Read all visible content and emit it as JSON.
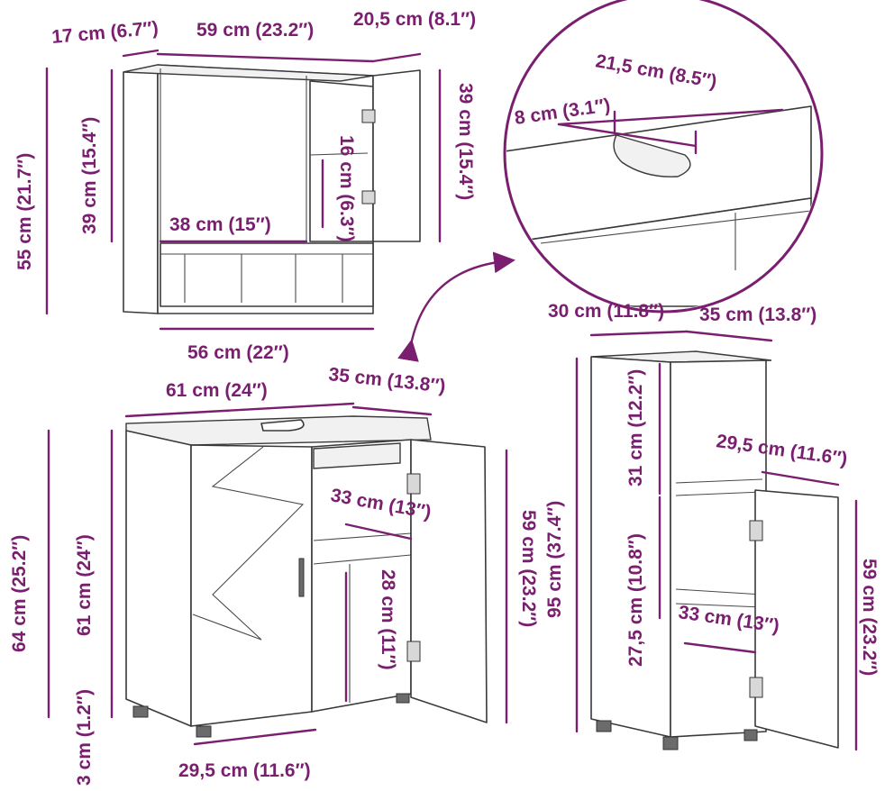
{
  "colors": {
    "dimension": "#7a1f6f",
    "outline": "#3a3a3a",
    "background": "#ffffff"
  },
  "mirror_cabinet": {
    "depth_label": "17 cm (6.7″)",
    "width_label": "59 cm (23.2″)",
    "door_label": "20,5 cm (8.1″)",
    "total_height_label": "55 cm (21.7″)",
    "inner_height_left_label": "39 cm (15.4″)",
    "door_height_label": "39 cm (15.4″)",
    "shelf_gap_label": "16 cm (6.3″)",
    "shelf_width_label": "38 cm (15″)",
    "bottom_width_label": "56 cm (22″)"
  },
  "sink_detail": {
    "cutout_width_label": "21,5 cm (8.5″)",
    "cutout_depth_label": "8 cm (3.1″)"
  },
  "sink_cabinet": {
    "width_label": "61 cm (24″)",
    "depth_label": "35 cm (13.8″)",
    "total_height_label": "64 cm (25.2″)",
    "body_height_label": "61 cm (24″)",
    "leg_label": "3 cm (1.2″)",
    "inner_width_label": "33 cm (13″)",
    "inner_height_label": "28 cm (11″)",
    "door_height_label": "59 cm (23.2″)",
    "door_width_label": "29,5 cm (11.6″)"
  },
  "tall_cabinet": {
    "width_label": "30 cm (11.8″)",
    "depth_label": "35 cm (13.8″)",
    "total_height_label": "95 cm (37.4″)",
    "top_compartment_label": "31 cm (12.2″)",
    "mid_compartment_label": "27,5 cm (10.8″)",
    "door_width_label": "29,5 cm (11.6″)",
    "inner_width_label": "33 cm (13″)",
    "door_height_label": "59 cm (23.2″)"
  }
}
